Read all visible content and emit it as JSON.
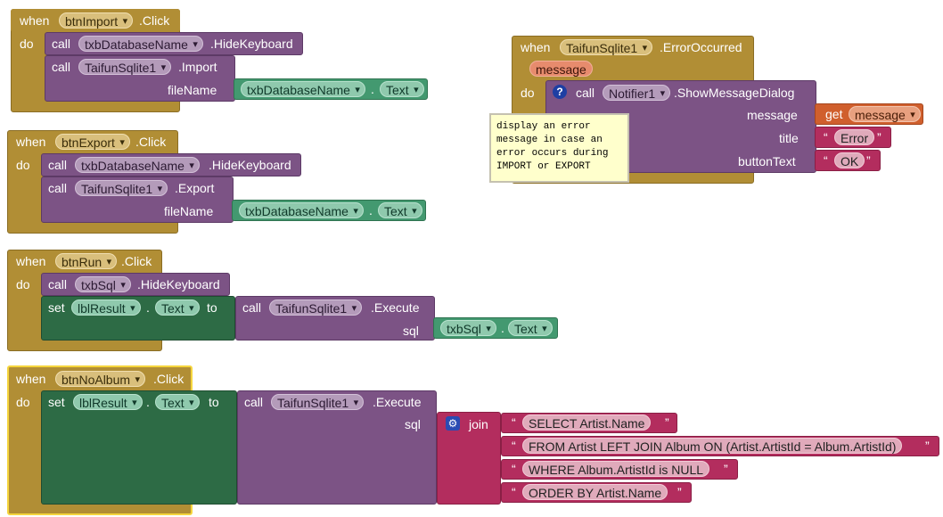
{
  "keywords": {
    "when": "when",
    "do": "do",
    "call": "call",
    "set": "set",
    "to": "to",
    "get": "get",
    "join": "join",
    "dot": "."
  },
  "events": {
    "import": {
      "component": "btnImport",
      "event": ".Click"
    },
    "export": {
      "component": "btnExport",
      "event": ".Click"
    },
    "run": {
      "component": "btnRun",
      "event": ".Click"
    },
    "noalbum": {
      "component": "btnNoAlbum",
      "event": ".Click"
    },
    "error": {
      "component": "TaifunSqlite1",
      "event": ".ErrorOccurred",
      "param": "message"
    }
  },
  "methods": {
    "hideKeyboard": ".HideKeyboard",
    "import": ".Import",
    "export": ".Export",
    "execute": ".Execute",
    "showMessageDialog": ".ShowMessageDialog"
  },
  "args": {
    "fileName": "fileName",
    "sql": "sql",
    "message": "message",
    "title": "title",
    "buttonText": "buttonText"
  },
  "components": {
    "txbDatabaseName": "txbDatabaseName",
    "taifun": "TaifunSqlite1",
    "txbSql": "txbSql",
    "lblResult": "lblResult",
    "notifier": "Notifier1",
    "textProp": "Text"
  },
  "strings": {
    "error": "Error",
    "ok": "OK",
    "sql1": "SELECT Artist.Name",
    "sql2": "FROM Artist LEFT JOIN Album ON (Artist.ArtistId = Album.ArtistId)",
    "sql3": "WHERE Album.ArtistId is NULL",
    "sql4": "ORDER BY Artist.Name"
  },
  "comment": {
    "text": "display an error\nmessage in case an\nerror occurs during\nIMPORT or EXPORT"
  },
  "colors": {
    "event": "#b18e35",
    "procedure": "#7c5385",
    "setter": "#2d6b45",
    "component": "#439970",
    "string": "#b32d5e",
    "variable": "#d05f2d",
    "selected": "#f5d53d"
  },
  "icons": {
    "help": "question-mark-icon",
    "mutator": "gear-icon",
    "dropdown": "chevron-down-icon"
  }
}
